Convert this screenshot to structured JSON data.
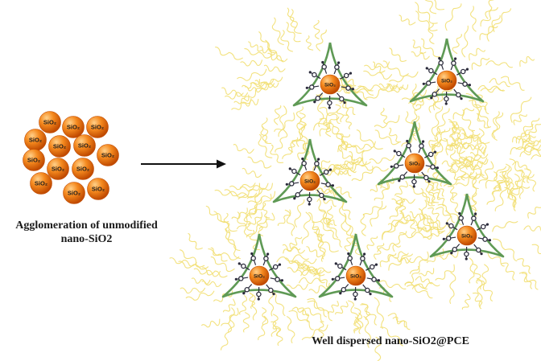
{
  "particle_label": "SiO₂",
  "cluster_caption": {
    "line1": "Agglomeration of unmodified",
    "line2": "nano-SiO2"
  },
  "dispersed_caption": "Well dispersed nano-SiO2@PCE",
  "colors": {
    "particle_light": "#ffd08a",
    "particle_mid": "#f58a1f",
    "particle_dark": "#c04a00",
    "backbone": "#5f9a55",
    "side_chain": "#f2df72",
    "anchor": "#2b2b3b",
    "arrow": "#111111"
  }
}
